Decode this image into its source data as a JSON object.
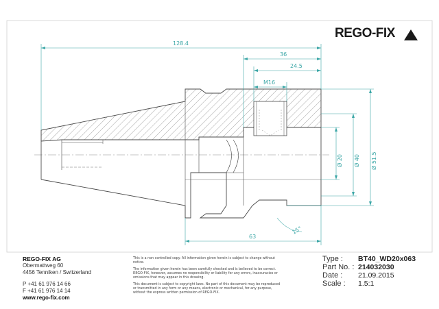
{
  "brand": {
    "logo": "REGO-FIX"
  },
  "dimensions": {
    "total_length": "128.4",
    "d36": "36",
    "d24_5": "24.5",
    "thread": "M16",
    "d63": "63",
    "dia20": "Ø 20",
    "dia40": "Ø 40",
    "dia51_5": "Ø 51.5",
    "angle": "15°"
  },
  "company": {
    "name": "REGO-FIX AG",
    "street": "Obermattweg 60",
    "city": "4456 Tenniken / Switzerland",
    "phone": "P +41 61 976 14 66",
    "fax": "F +41 61 976 14 14",
    "website": "www.rego-fix.com"
  },
  "notes": {
    "note1": "This is a non controlled copy. All information given herein is subject to change without notice.",
    "note2": "The information given herein has been carefully checked and is believed to be correct. REGO-FIX, however, assumes no responsibility or liability for any errors, inaccuracies or omissions that may appear in this drawing.",
    "note3": "This document is subject to copyright laws. No part of this document may be reproduced or transmitted in any form or any means, electronic or mechanical, for any purpose, without the express written permission of REGO-FIX."
  },
  "info": {
    "type_label": "Type :",
    "type_value": "BT40_WD20x063",
    "part_label": "Part No. :",
    "part_value": "214032030",
    "date_label": "Date :",
    "date_value": "21.09.2015",
    "scale_label": "Scale :",
    "scale_value": "1.5:1"
  },
  "colors": {
    "outline": "#4a4a4a",
    "dimension": "#3aa6a6",
    "hatch": "#6a6a6a",
    "border": "#cfcfcf"
  }
}
